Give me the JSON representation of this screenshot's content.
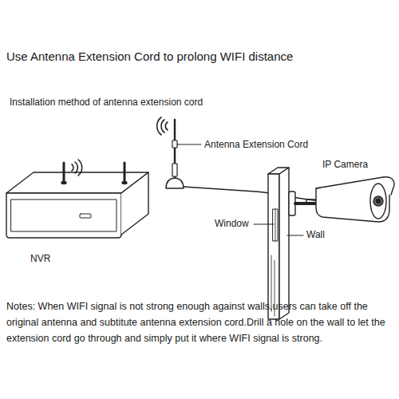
{
  "diagram": {
    "title": "Use Antenna Extension Cord to prolong WIFI distance",
    "labels": [
      "Installation method of antenna extension cord",
      "Antenna Extension Cord",
      "IP Camera",
      "Window",
      "Wall",
      "NVR",
      "Notes: When WIFI signal is not strong enough against walls,users can take off the original antenna and subtitute antenna extension cord.Drill a hole on the wall to let the extension cord go through and simply put it where WIFI signal is strong."
    ]
  }
}
